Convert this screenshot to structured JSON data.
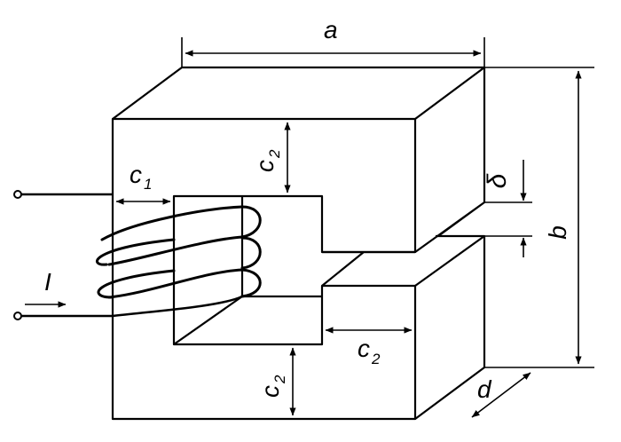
{
  "labels": {
    "a": "a",
    "b": "b",
    "c1_base": "c",
    "c1_sub": "1",
    "c2_base": "c",
    "c2_sub": "2",
    "delta": "δ",
    "d": "d",
    "I": "I"
  },
  "colors": {
    "stroke": "#000000",
    "background": "#ffffff"
  }
}
